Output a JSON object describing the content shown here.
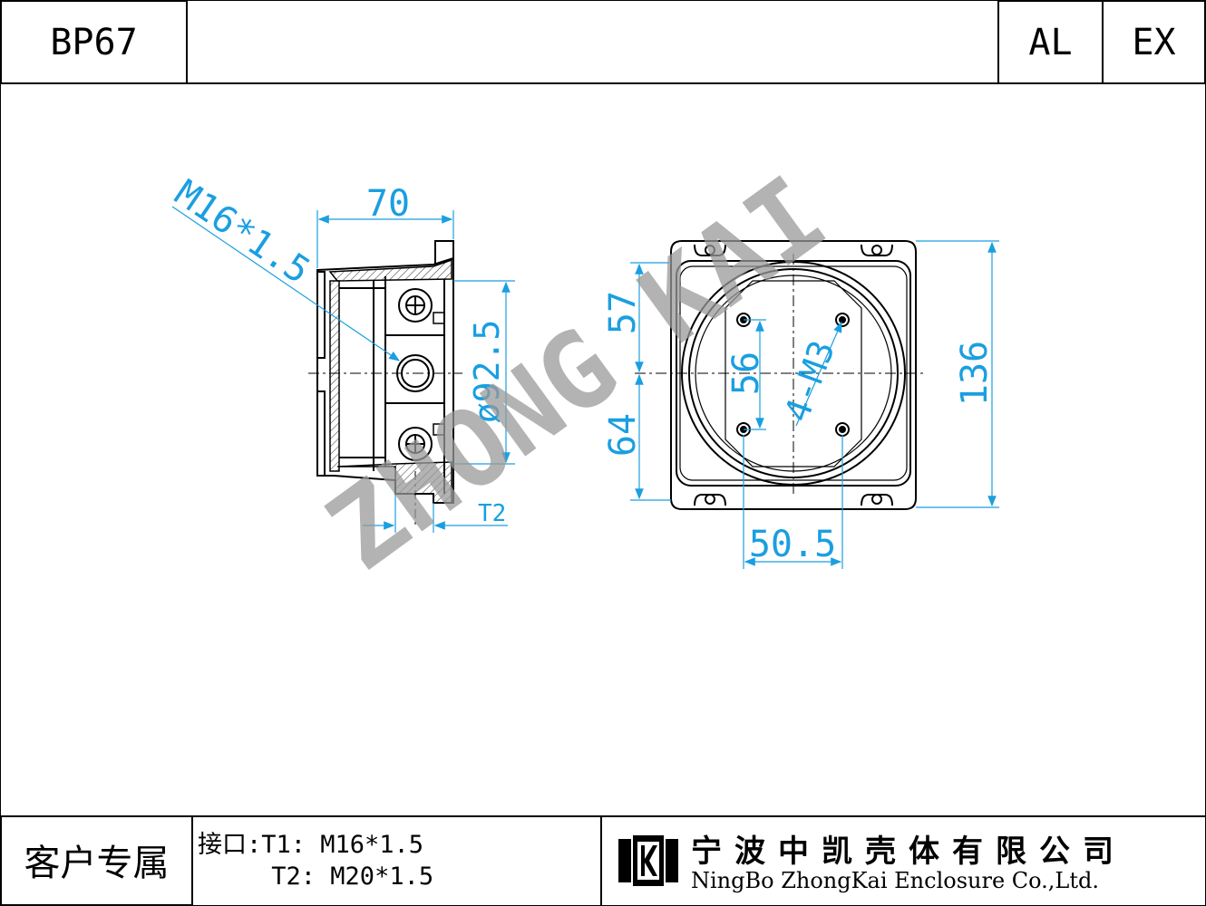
{
  "header": {
    "model": "BP67",
    "material": "AL",
    "series": "EX"
  },
  "drawing": {
    "watermark": "ZHONG KAI",
    "side_view": {
      "thread_label": "M16*1.5",
      "width_dim": "70",
      "diameter_dim": "ø92.5",
      "port_label": "T2"
    },
    "front_view": {
      "top_dim": "57",
      "bottom_dim": "64",
      "height_dim": "136",
      "hole_spacing_v": "56",
      "hole_label": "4-M3",
      "hole_spacing_h": "50.5"
    }
  },
  "footer": {
    "customer_label": "客户专属",
    "interface_line1": "接口:T1: M16*1.5",
    "interface_line2": "     T2: M20*1.5",
    "company_cn": "宁波中凯壳体有限公司",
    "company_en": "NingBo ZhongKai Enclosure Co.,Ltd."
  },
  "colors": {
    "dimension": "#1a9fe0",
    "outline": "#000000",
    "watermark": "#9a9a9a"
  }
}
